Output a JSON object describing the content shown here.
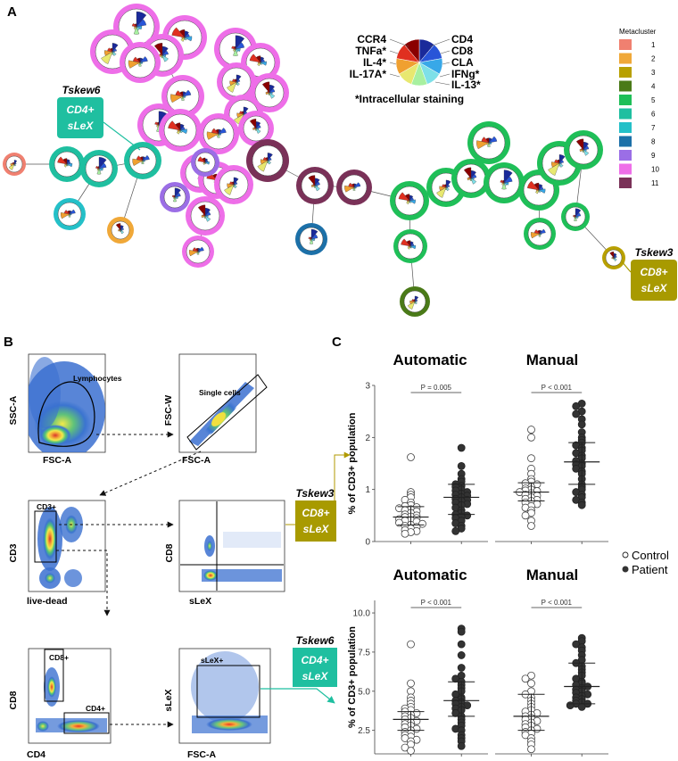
{
  "panel_a": {
    "label": "A",
    "legend_title": "Metacluster",
    "legend": [
      {
        "id": "1",
        "color": "#f08070"
      },
      {
        "id": "2",
        "color": "#f0a838"
      },
      {
        "id": "3",
        "color": "#b8a000"
      },
      {
        "id": "4",
        "color": "#4a7a18"
      },
      {
        "id": "5",
        "color": "#1fbf58"
      },
      {
        "id": "6",
        "color": "#1fbfa0"
      },
      {
        "id": "7",
        "color": "#24c0c8"
      },
      {
        "id": "8",
        "color": "#1c70a8"
      },
      {
        "id": "9",
        "color": "#9b6ee6"
      },
      {
        "id": "10",
        "color": "#ee6ee8"
      },
      {
        "id": "11",
        "color": "#7a3158"
      }
    ],
    "marker_key": {
      "left": [
        "CCR4",
        "TNFa*",
        "IL-4*",
        "IL-17A*"
      ],
      "right": [
        "CD4",
        "CD8",
        "CLA",
        "IFNg*",
        "IL-13*"
      ],
      "note": "*Intracellular staining"
    },
    "tskew6": {
      "title": "Tskew6",
      "line1": "CD4+",
      "line2": "sLeX",
      "color": "#1fbfa0"
    },
    "tskew3": {
      "title": "Tskew3",
      "line1": "CD8+",
      "line2": "sLeX",
      "color": "#a89a00"
    }
  },
  "panel_b": {
    "label": "B",
    "plots": [
      {
        "xlabel": "FSC-A",
        "ylabel": "SSC-A",
        "gate": "Lymphocytes"
      },
      {
        "xlabel": "FSC-A",
        "ylabel": "FSC-W",
        "gate": "Single cells"
      },
      {
        "xlabel": "live-dead",
        "ylabel": "CD3",
        "gate": "CD3+"
      },
      {
        "xlabel": "sLeX",
        "ylabel": "CD8",
        "gate": ""
      },
      {
        "xlabel": "CD4",
        "ylabel": "CD8",
        "gate": "CD8+",
        "gate2": "CD4+"
      },
      {
        "xlabel": "FSC-A",
        "ylabel": "sLeX",
        "gate": "sLeX+"
      }
    ],
    "tskew3": {
      "title": "Tskew3",
      "line1": "CD8+",
      "line2": "sLeX"
    },
    "tskew6": {
      "title": "Tskew6",
      "line1": "CD4+",
      "line2": "sLeX"
    }
  },
  "panel_c": {
    "label": "C",
    "ylabel": "% of CD3+ population",
    "legend": {
      "control": "Control",
      "patient": "Patient"
    }
  },
  "chart_data": [
    {
      "type": "scatter",
      "title": "Automatic",
      "ylabel": "% of CD3+ population",
      "ylim": [
        0,
        3
      ],
      "yticks": [
        0,
        1,
        2,
        3
      ],
      "pvalue": "P = 0.005",
      "series": [
        {
          "name": "Control",
          "median": 0.47,
          "q1": 0.32,
          "q3": 0.67,
          "values": [
            1.62,
            0.95,
            0.9,
            0.85,
            0.8,
            0.75,
            0.7,
            0.68,
            0.66,
            0.64,
            0.62,
            0.6,
            0.58,
            0.55,
            0.52,
            0.5,
            0.48,
            0.47,
            0.45,
            0.43,
            0.41,
            0.4,
            0.38,
            0.36,
            0.34,
            0.32,
            0.3,
            0.28,
            0.25,
            0.22,
            0.2,
            0.18,
            0.15
          ]
        },
        {
          "name": "Patient",
          "median": 0.85,
          "q1": 0.52,
          "q3": 1.1,
          "values": [
            1.8,
            1.45,
            1.3,
            1.2,
            1.15,
            1.1,
            1.07,
            1.05,
            1.0,
            0.98,
            0.95,
            0.92,
            0.9,
            0.88,
            0.85,
            0.82,
            0.8,
            0.78,
            0.75,
            0.72,
            0.7,
            0.65,
            0.6,
            0.55,
            0.52,
            0.5,
            0.48,
            0.45,
            0.4,
            0.35,
            0.3,
            0.25,
            0.2
          ]
        }
      ]
    },
    {
      "type": "scatter",
      "title": "Manual",
      "ylabel": "% of CD3+ population",
      "ylim": [
        0,
        3
      ],
      "yticks": [
        0,
        1,
        2,
        3
      ],
      "pvalue": "P < 0.001",
      "series": [
        {
          "name": "Control",
          "median": 0.95,
          "q1": 0.78,
          "q3": 1.13,
          "values": [
            2.15,
            2.0,
            1.6,
            1.4,
            1.3,
            1.2,
            1.15,
            1.12,
            1.1,
            1.05,
            1.02,
            1.0,
            0.98,
            0.97,
            0.95,
            0.93,
            0.9,
            0.88,
            0.85,
            0.82,
            0.8,
            0.78,
            0.75,
            0.72,
            0.68,
            0.65,
            0.6,
            0.55,
            0.5,
            0.4,
            0.3
          ]
        },
        {
          "name": "Patient",
          "median": 1.53,
          "q1": 1.1,
          "q3": 1.9,
          "values": [
            2.65,
            2.6,
            2.5,
            2.45,
            2.35,
            2.25,
            2.1,
            2.0,
            1.95,
            1.9,
            1.85,
            1.8,
            1.75,
            1.7,
            1.65,
            1.6,
            1.55,
            1.5,
            1.48,
            1.45,
            1.4,
            1.35,
            1.3,
            1.2,
            1.1,
            1.05,
            1.0,
            0.95,
            0.9,
            0.85,
            0.8,
            0.75,
            0.7
          ]
        }
      ]
    },
    {
      "type": "scatter",
      "title": "Automatic",
      "ylabel": "% of CD3+ population",
      "ylim": [
        1.0,
        10.8
      ],
      "yticks": [
        2.5,
        5.0,
        7.5,
        10.0
      ],
      "ytick_labels": [
        "2.5",
        "5.0",
        "7.5",
        "10.0"
      ],
      "pvalue": "P < 0.001",
      "series": [
        {
          "name": "Control",
          "median": 3.2,
          "q1": 2.5,
          "q3": 3.7,
          "values": [
            8.0,
            5.5,
            5.0,
            4.6,
            4.4,
            4.2,
            4.0,
            3.9,
            3.8,
            3.7,
            3.6,
            3.5,
            3.4,
            3.3,
            3.2,
            3.1,
            3.0,
            2.9,
            2.8,
            2.7,
            2.6,
            2.5,
            2.4,
            2.3,
            2.2,
            2.1,
            2.0,
            1.9,
            1.8,
            1.6,
            1.4,
            1.2
          ]
        },
        {
          "name": "Patient",
          "median": 4.4,
          "q1": 3.4,
          "q3": 5.6,
          "values": [
            9.0,
            8.8,
            8.0,
            7.3,
            6.5,
            6.0,
            5.8,
            5.6,
            5.4,
            5.2,
            5.0,
            4.8,
            4.6,
            4.5,
            4.4,
            4.3,
            4.2,
            4.1,
            4.0,
            3.9,
            3.8,
            3.6,
            3.4,
            3.2,
            3.0,
            2.8,
            2.6,
            2.5,
            2.2,
            2.0,
            1.8,
            1.5
          ]
        }
      ]
    },
    {
      "type": "scatter",
      "title": "Manual",
      "ylabel": "% of CD3+ population",
      "ylim": [
        1.0,
        10.8
      ],
      "yticks": [
        2.5,
        5.0,
        7.5,
        10.0
      ],
      "ytick_labels": [
        "2.5",
        "5.0",
        "7.5",
        "10.0"
      ],
      "pvalue": "P < 0.001",
      "series": [
        {
          "name": "Control",
          "median": 3.4,
          "q1": 2.5,
          "q3": 4.8,
          "values": [
            6.0,
            5.8,
            5.5,
            5.0,
            4.8,
            4.6,
            4.4,
            4.2,
            4.0,
            3.8,
            3.7,
            3.6,
            3.5,
            3.4,
            3.3,
            3.2,
            3.1,
            3.0,
            2.9,
            2.8,
            2.7,
            2.6,
            2.5,
            2.4,
            2.3,
            2.2,
            2.0,
            1.8,
            1.6,
            1.3
          ]
        },
        {
          "name": "Patient",
          "median": 5.3,
          "q1": 4.2,
          "q3": 6.8,
          "values": [
            8.4,
            8.2,
            8.0,
            7.8,
            7.6,
            7.3,
            7.0,
            6.8,
            6.6,
            6.4,
            6.2,
            6.0,
            5.8,
            5.6,
            5.5,
            5.4,
            5.3,
            5.2,
            5.1,
            5.0,
            4.9,
            4.8,
            4.7,
            4.6,
            4.5,
            4.4,
            4.3,
            4.2,
            4.2,
            4.1,
            4.0
          ]
        }
      ]
    }
  ]
}
